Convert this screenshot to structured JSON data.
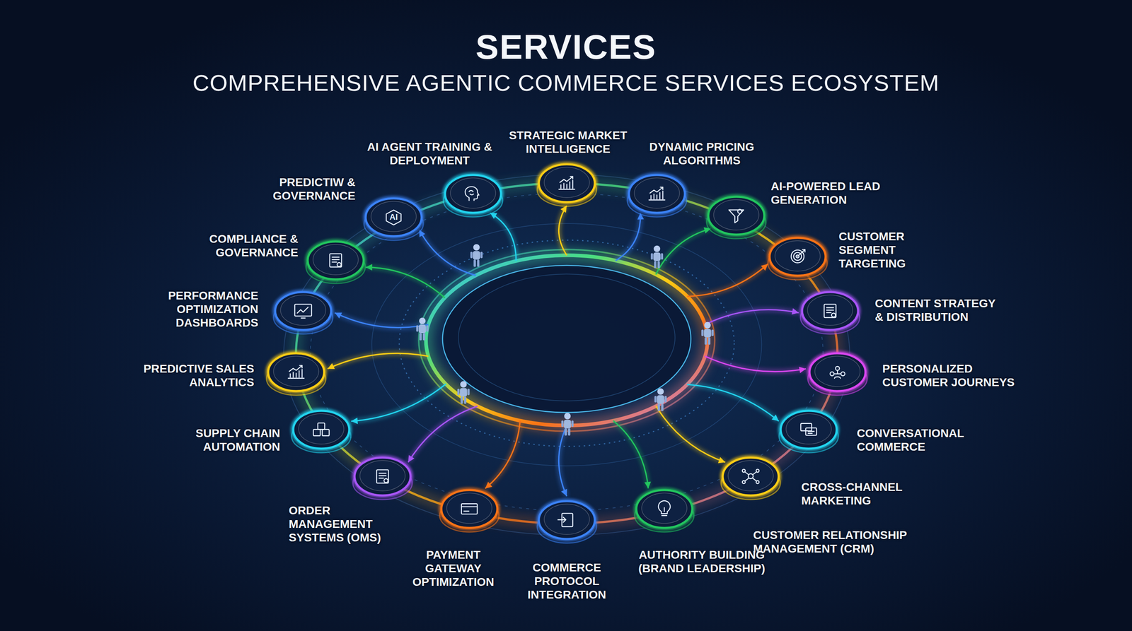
{
  "diagram": {
    "title": "SERVICES",
    "nodes": [
      {
        "text": [
          "PREDICTIW & GOVERNANCE",
          "AI"
        ]
      },
      {
        "text": [
          "AI AGENT TRAINING & DEPLOYMENT"
        ]
      },
      {
        "text": [
          "STRATEGIC MARKET INTELLIGENCE"
        ]
      },
      {
        "text": [
          "DYNAMIC PRICING ALGORITHMS"
        ]
      },
      {
        "text": [
          "AI-POWERED LEAD GENERATION"
        ]
      },
      {
        "text": [
          "CUSTOMER SEGMENT TARGETING"
        ]
      },
      {
        "text": [
          "CONTENT STRATEGY & DISTRIBUTION"
        ]
      },
      {
        "text": [
          "PERSONALIZED CUSTOMER JOURNEYS"
        ]
      },
      {
        "text": [
          "CONVERSATIONAL COMMERCE"
        ]
      },
      {
        "text": [
          "CROSS-CHANNEL MARKETING"
        ]
      },
      {
        "text": [
          "AUTHORITY BUILDING (BRAND LEADERSHIP)"
        ]
      },
      {
        "text": [
          "COMMERCE PROTOCOL INTEGRATION"
        ]
      },
      {
        "text": [
          "PAYMENT GATEWAY OPTIMIZATION"
        ]
      },
      {
        "text": [
          "ORDER MANAGEMENT SYSTEMS (OMS)"
        ]
      },
      {
        "text": [
          "SUPPLY CHAIN AUTOMATION"
        ]
      },
      {
        "text": [
          "PREDICTIVE SALES ANALYTICS"
        ]
      },
      {
        "text": [
          "PERFORMANCE OPTIMIZATION DASHBOARDS"
        ]
      },
      {
        "text": [
          "COMPLIANCE & GOVERNANCE"
        ]
      }
    ],
    "labels": [
      "COMPREHENSIVE AGENTIC COMMERCE SERVICES ECOSYSTEM",
      "CUSTOMER RELATIONSHIP MANAGEMENT (CRM)"
    ]
  }
}
